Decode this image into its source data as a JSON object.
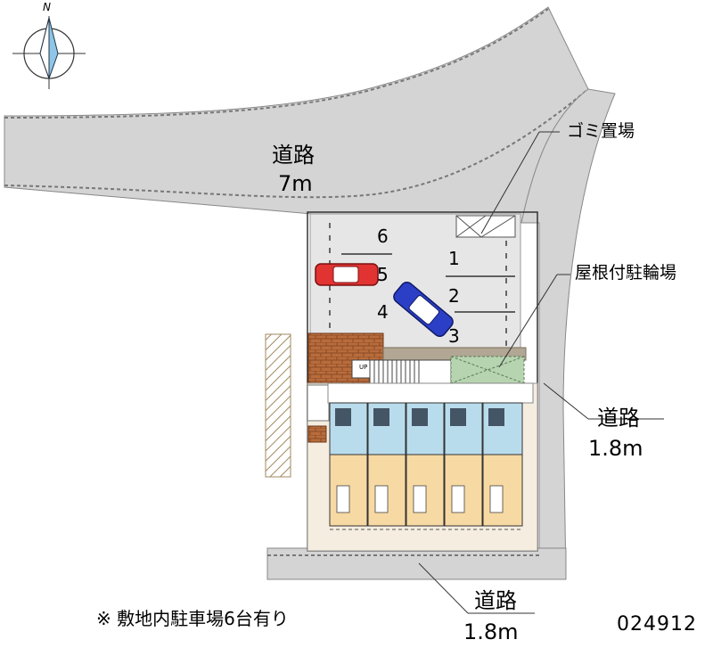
{
  "compass": {
    "north_letter": "N"
  },
  "roads": {
    "main": {
      "name": "道路",
      "width": "7m"
    },
    "east": {
      "name": "道路",
      "width": "1.8m"
    },
    "south": {
      "name": "道路",
      "width": "1.8m"
    }
  },
  "callouts": {
    "garbage": "ゴミ置場",
    "bicycle": "屋根付駐輪場"
  },
  "parking_spots": [
    "1",
    "2",
    "3",
    "4",
    "5",
    "6"
  ],
  "stair_label": "UP",
  "footer": {
    "note": "※ 敷地内駐車場6台有り",
    "code": "024912"
  },
  "colors": {
    "road": "#d4d4d4",
    "parking_lot": "#e6e6e6",
    "unit_blue": "#b9dcec",
    "unit_orange": "#f7d9a3",
    "yard": "#f5ede0",
    "hedge": "#b2a694",
    "bicycle_area": "#b7d4b1",
    "car_red": "#e23333",
    "car_blue": "#2b3fc6"
  }
}
